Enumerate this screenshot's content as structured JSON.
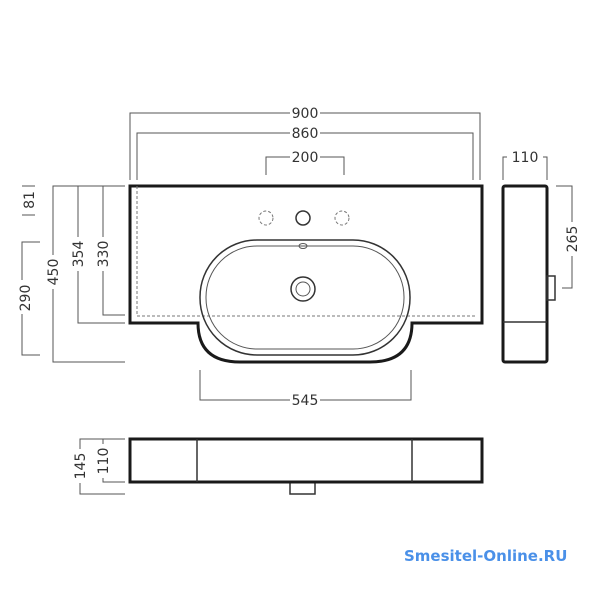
{
  "dimensions": {
    "overall_width": "900",
    "inner_width": "860",
    "tap_spacing": "200",
    "bowl_width": "545",
    "front_depth_81": "81",
    "bowl_depth": "290",
    "total_depth": "450",
    "side_depth": "354",
    "inner_depth": "330",
    "side_width": "110",
    "side_depth_265": "265",
    "total_height": "145",
    "body_height": "110"
  },
  "watermark": {
    "text": "Smesitel-Online.RU",
    "color": "#4a90e8"
  }
}
